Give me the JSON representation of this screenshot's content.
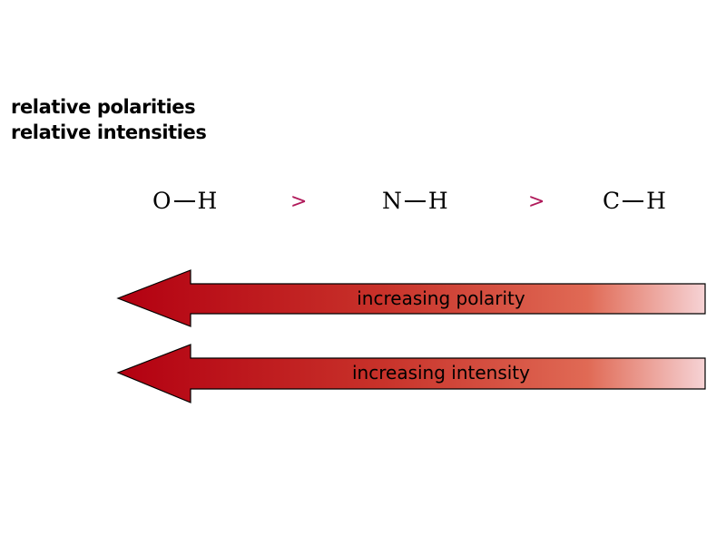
{
  "headings": {
    "line1": "relative polarities",
    "line2": "relative intensities"
  },
  "bonds": [
    {
      "left": "O",
      "right": "H"
    },
    {
      "left": "N",
      "right": "H"
    },
    {
      "left": "C",
      "right": "H"
    }
  ],
  "comparison_symbol": ">",
  "arrows": {
    "polarity_label": "increasing polarity",
    "intensity_label": "increasing intensity"
  },
  "colors": {
    "symbol": "#b0195a",
    "arrow_dark": "#b30011",
    "arrow_mid": "#e06a55",
    "arrow_light": "#f6d3d5",
    "outline": "#000000"
  }
}
